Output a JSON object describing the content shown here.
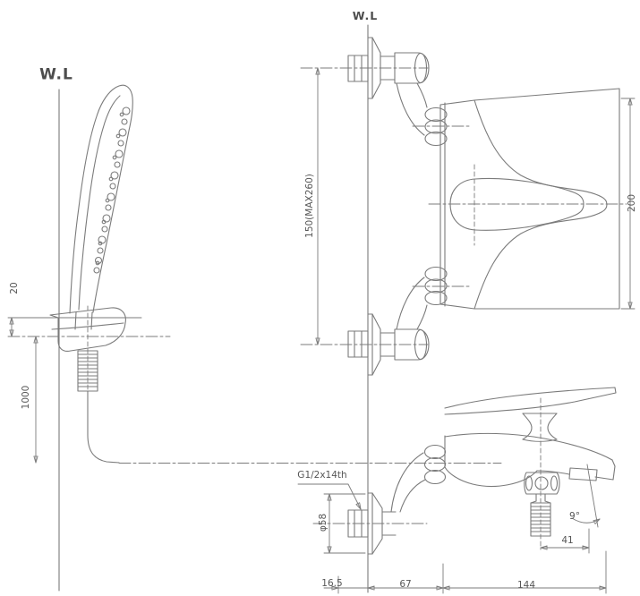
{
  "title": "Wall-mounted bath and shower mixer installation drawing",
  "colors": {
    "line": "#7b7b7b",
    "text": "#565656",
    "waterline_text": "#4d4d4d",
    "background": "#ffffff"
  },
  "waterline": {
    "left": "W.L",
    "center": "W.L"
  },
  "dimensions": {
    "d20": "20",
    "d1000": "1000",
    "d150": "150(MAX260)",
    "d200": "200",
    "d41": "41",
    "d16_5": "16.5",
    "d67": "67",
    "d144": "144"
  },
  "annotations": {
    "thread": "G1/2x14th",
    "diameter": "φ58",
    "angle": "9°"
  }
}
